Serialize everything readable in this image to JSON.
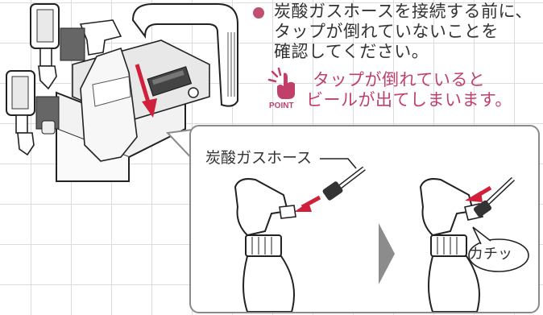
{
  "instruction": {
    "lines": [
      "炭酸ガスホースを接続する前に、",
      "タップが倒れていないことを",
      "確認してください。"
    ]
  },
  "point": {
    "icon_label": "POINT",
    "lines": [
      "タップが倒れていると",
      "ビールが出てしまいます。"
    ]
  },
  "panel": {
    "hose_label": "炭酸ガスホース",
    "click_label": "カチッ"
  },
  "colors": {
    "accent": "#c0406a",
    "panel_border": "#8a8a8a",
    "arrow_red": "#d0203c",
    "step_arrow": "#8c8c8c"
  }
}
